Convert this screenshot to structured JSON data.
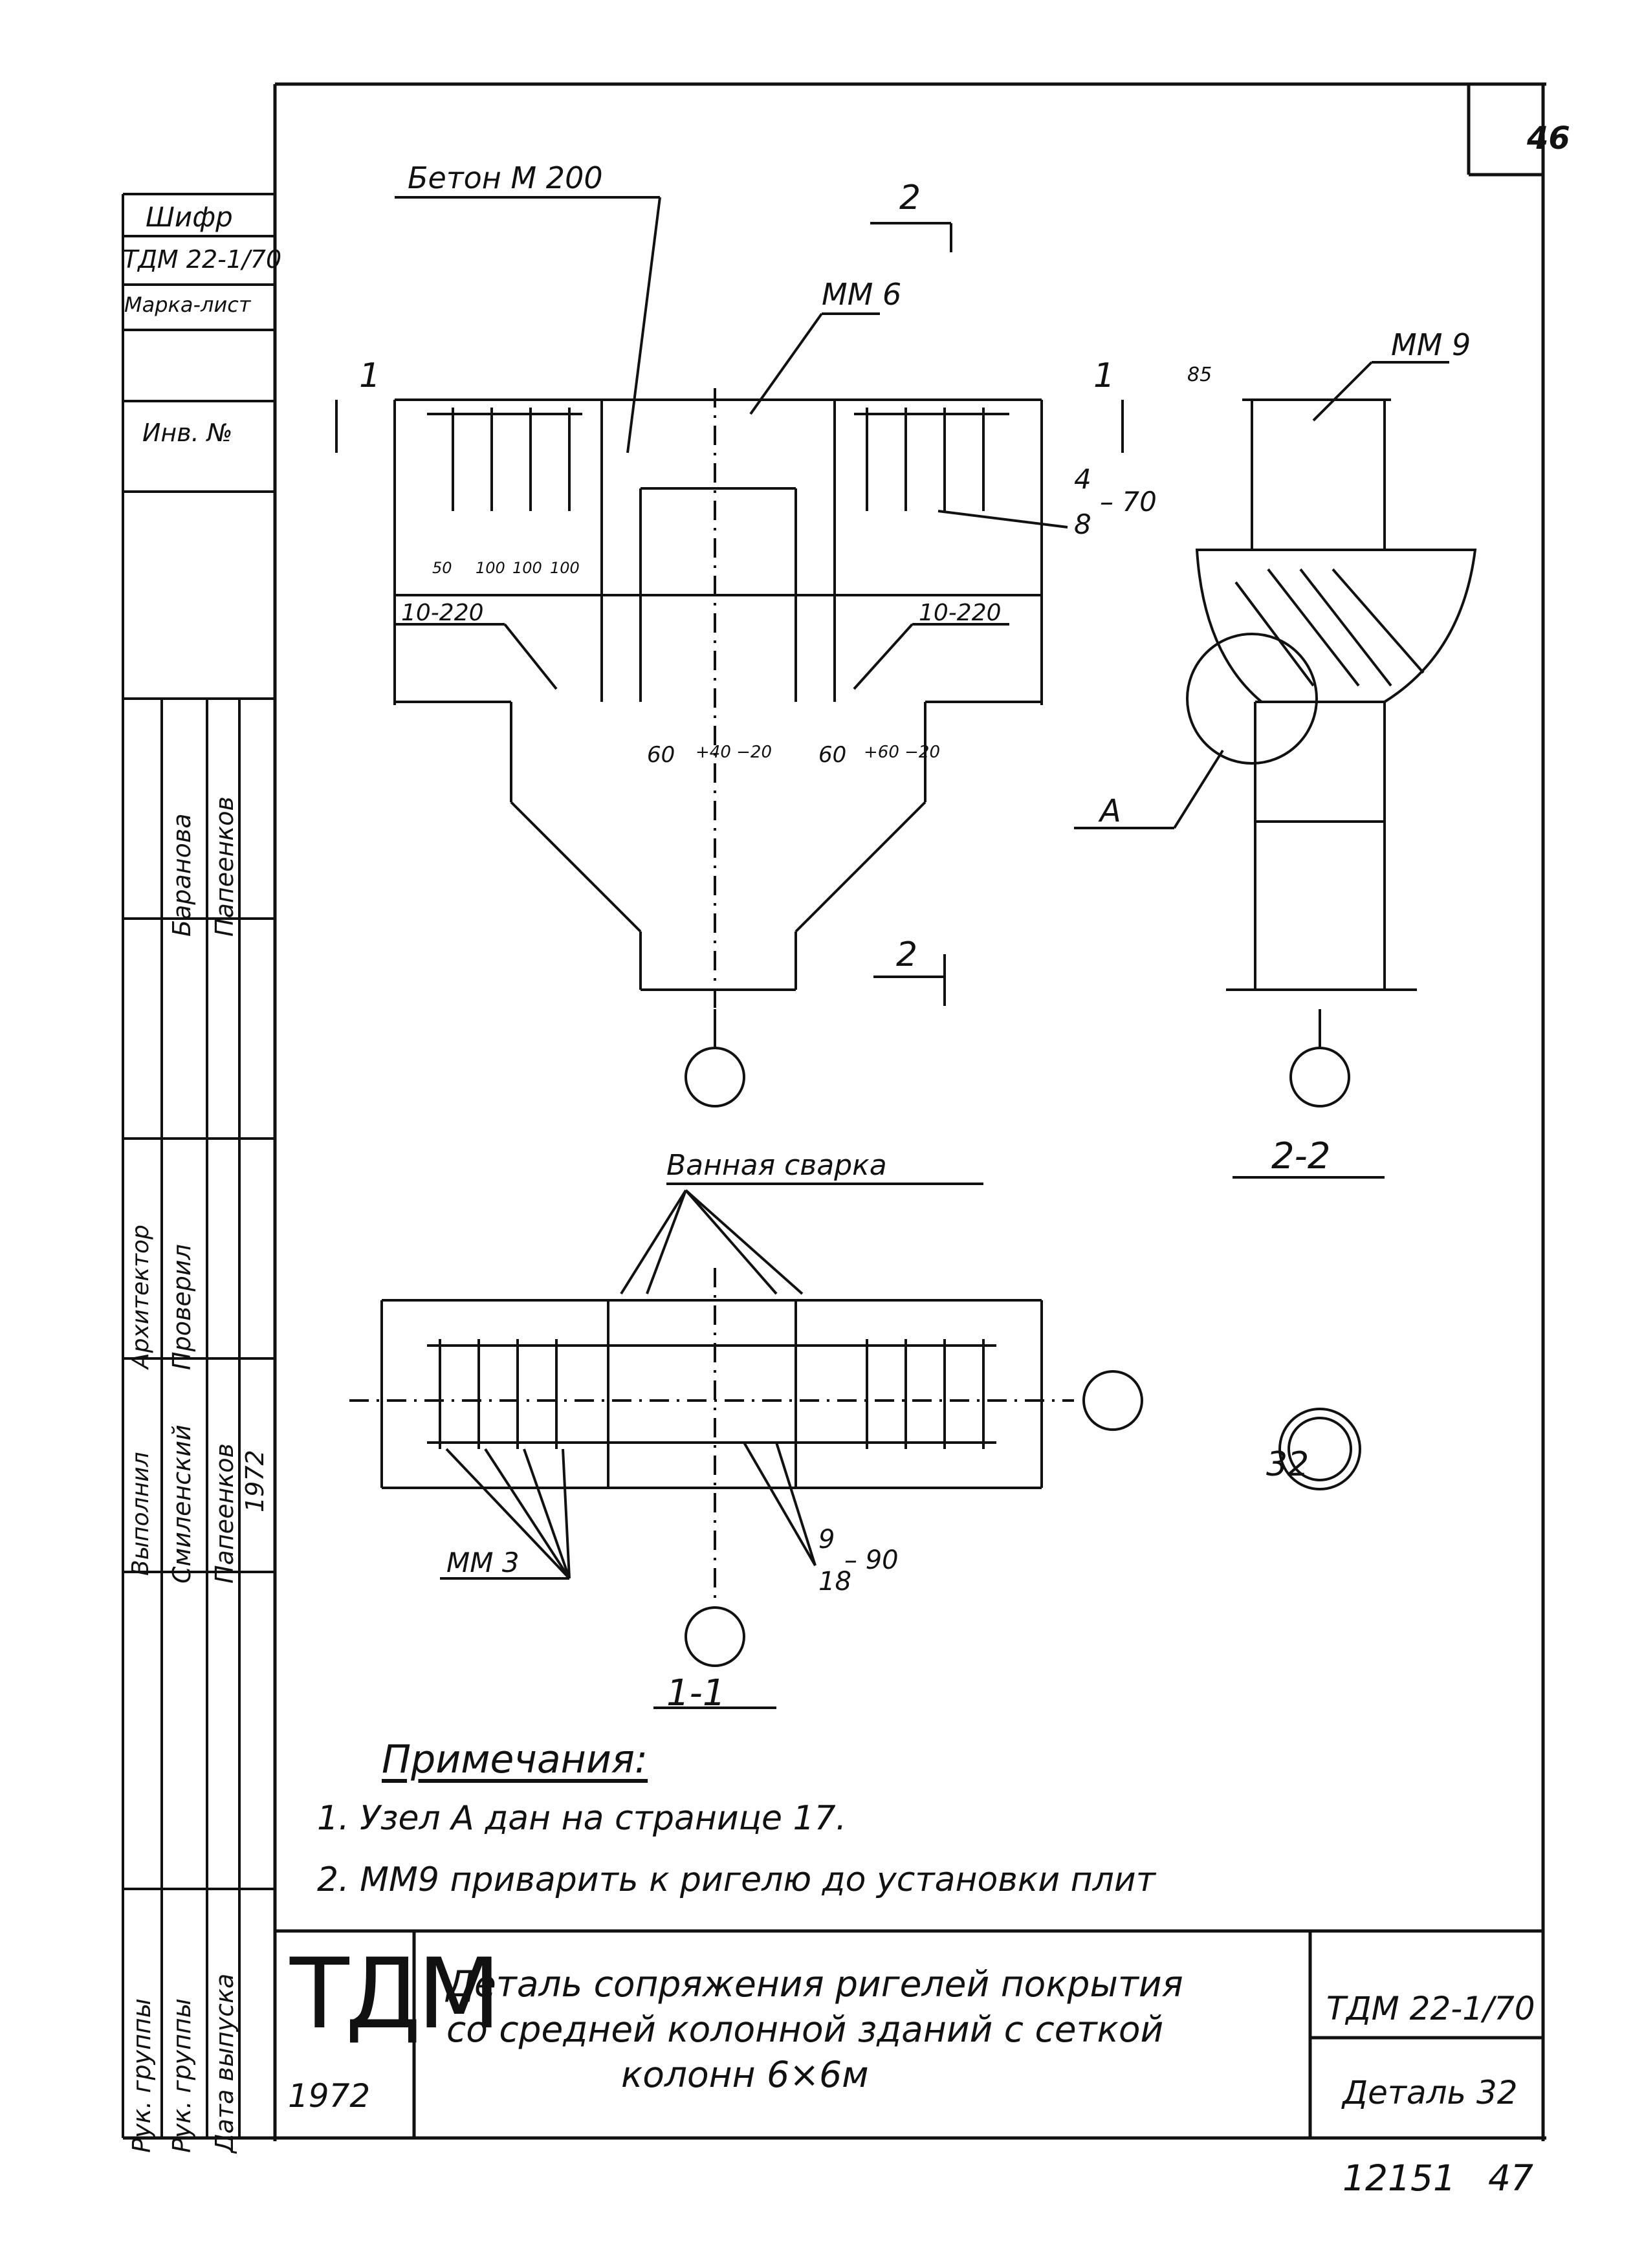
{
  "sheet": {
    "number": "46",
    "stamp_circle": "32",
    "page_numbers": [
      "12151",
      "47"
    ]
  },
  "side_stamp": {
    "cipher_label": "Шифр",
    "cipher_value": "ТДМ 22-1/70",
    "sheet_mark_label": "Марка-лист",
    "inv_label": "Инв. №",
    "roles": [
      "Рук. группы",
      "Рук. группы",
      "Выполнил",
      "Архитектор",
      "Проверил",
      "Дата выпуска"
    ],
    "names": [
      "Смиленский",
      "Папеенков",
      "Баранова",
      "Папеенков",
      "1972"
    ]
  },
  "drawing": {
    "labels": {
      "concrete": "Бетон М 200",
      "mm6": "ММ 6",
      "mm9": "ММ 9",
      "mm3": "ММ 3",
      "section_mark_1": "1",
      "section_mark_2": "2",
      "dim_85": "85",
      "dim_50": "50",
      "dim_100a": "100",
      "dim_100b": "100",
      "dim_100c": "100",
      "dim_60a": "60",
      "dim_60b": "60",
      "plus_minus_left": "+40 −20",
      "plus_minus_right": "+60 −20",
      "bar_10_220_left": "10-220",
      "bar_10_220_right": "10-220",
      "rebar_4_8_num": "4",
      "rebar_4_8_den": "8",
      "rebar_4_8_step": "– 70",
      "node_a": "А",
      "section_22": "2-2",
      "section_11": "1-1",
      "bath_welding": "Ванная сварка",
      "rebar_9_18_num": "9",
      "rebar_9_18_den": "18",
      "rebar_9_18_step": "– 90"
    }
  },
  "notes": {
    "title": "Примечания:",
    "items": [
      "1. Узел А дан на странице 17.",
      "2. ММ9 приварить к ригелю до установки плит"
    ]
  },
  "title_block": {
    "org": "ТДМ",
    "year": "1972",
    "title_line1": "Деталь сопряжения ригелей покрытия",
    "title_line2": "со средней колонной зданий с сеткой",
    "title_line3": "колонн 6×6м",
    "code": "ТДМ 22-1/70",
    "detail": "Деталь 32"
  }
}
